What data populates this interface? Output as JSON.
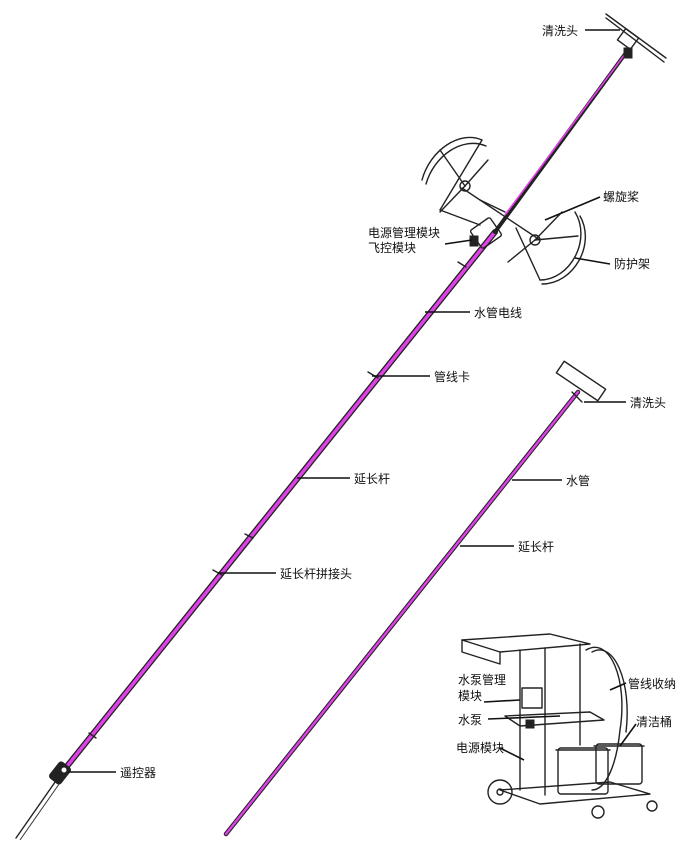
{
  "colors": {
    "water_line": "#e040e8",
    "line_art": "#222222",
    "background": "#ffffff"
  },
  "drone_pole": {
    "labels": {
      "cleaning_head": "清洗头",
      "propeller": "螺旋桨",
      "power_module": "电源管理模块",
      "flight_module": "飞控模块",
      "guard_frame": "防护架",
      "hose_cable": "水管电线",
      "hose_clip": "管线卡",
      "extension_pole": "延长杆",
      "pole_joint": "延长杆拼接头",
      "remote": "遥控器"
    }
  },
  "manual_pole": {
    "labels": {
      "cleaning_head": "清洗头",
      "water_pipe": "水管",
      "extension_pole": "延长杆"
    }
  },
  "cart": {
    "labels": {
      "pump_module_line1": "水泵管理",
      "pump_module_line2": "模块",
      "pump": "水泵",
      "power_module": "电源模块",
      "hose_reel": "管线收纳",
      "bucket": "清洁桶"
    }
  }
}
